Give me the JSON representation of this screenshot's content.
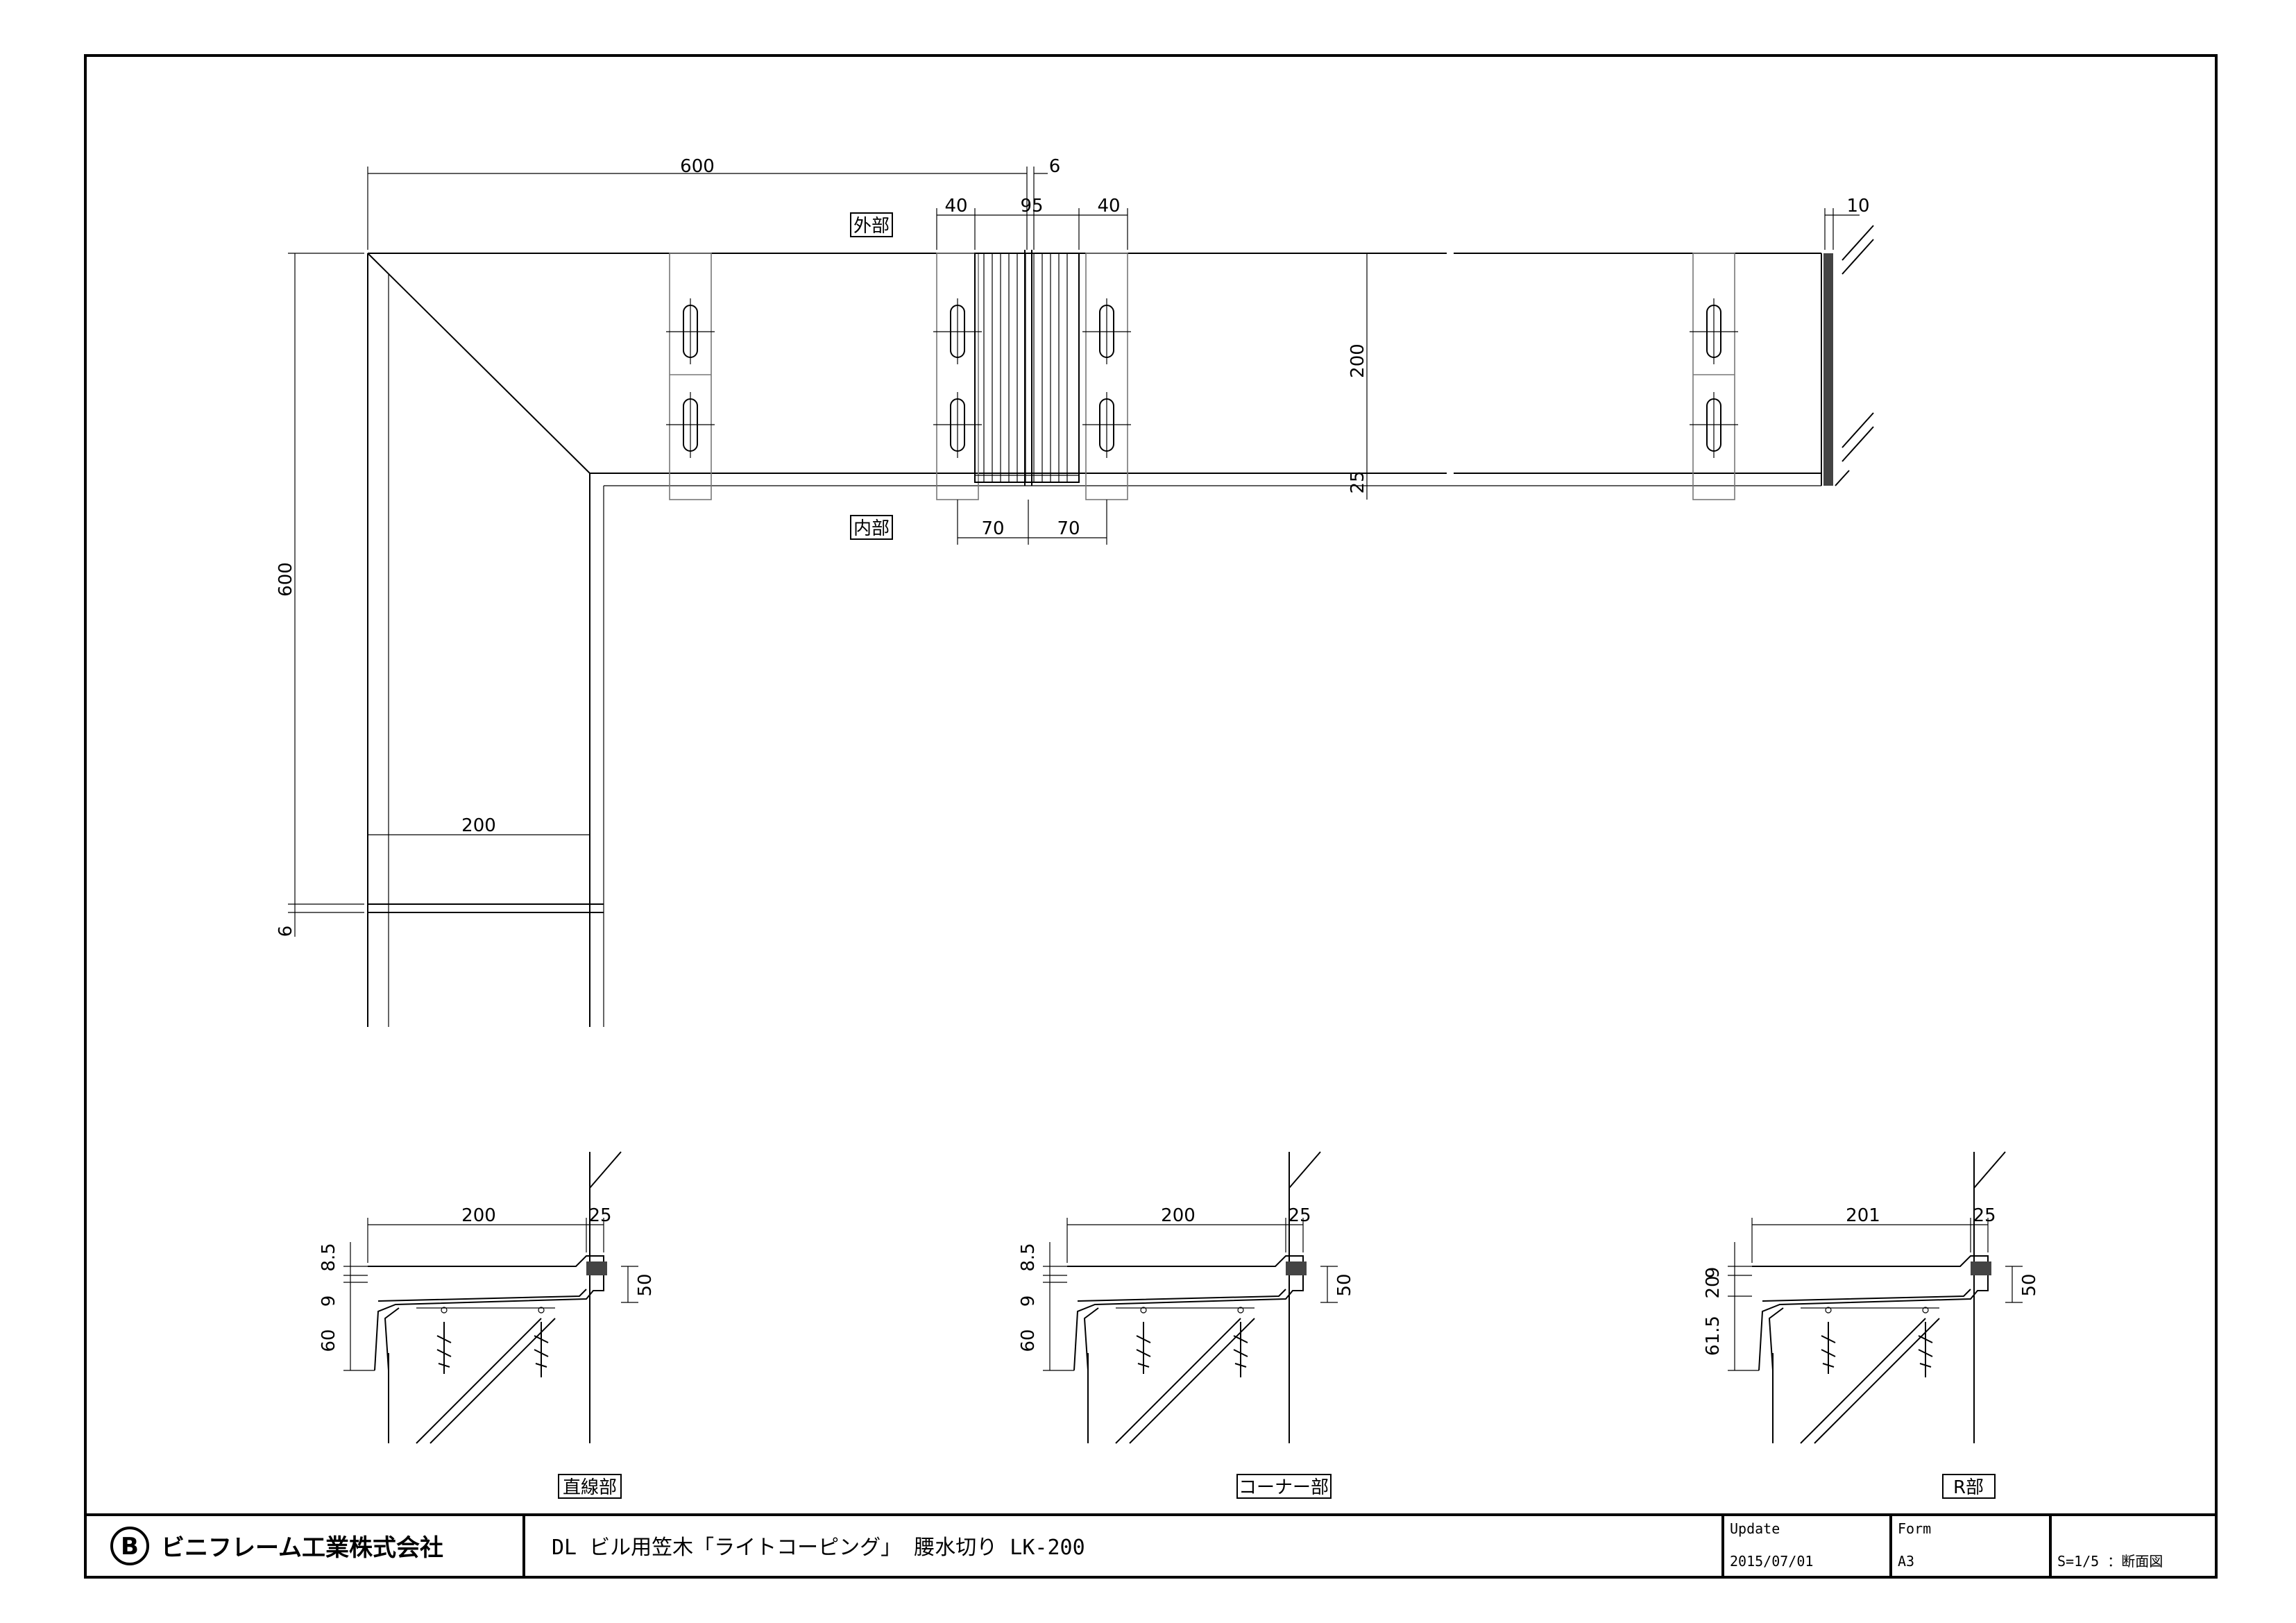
{
  "plan": {
    "dims": {
      "top_600": "600",
      "gap_6_top": "6",
      "left_40": "40",
      "joint_95": "95",
      "right_40": "40",
      "end_10": "10",
      "depth_200": "200",
      "lip_25": "25",
      "bottom_70_left": "70",
      "bottom_70_right": "70",
      "side_600": "600",
      "inner_200": "200",
      "gap_6_side": "6"
    },
    "label_outer": "外部",
    "label_inner": "内部"
  },
  "sections": [
    {
      "caption": "直線部",
      "dim_width": "200",
      "dim_lip": "25",
      "dim_height": "50",
      "dim_a": "8.5",
      "dim_b": "9",
      "dim_c": "60"
    },
    {
      "caption": "コーナー部",
      "dim_width": "200",
      "dim_lip": "25",
      "dim_height": "50",
      "dim_a": "8.5",
      "dim_b": "9",
      "dim_c": "60"
    },
    {
      "caption": "R部",
      "dim_width": "201",
      "dim_lip": "25",
      "dim_height": "50",
      "dim_a": "9",
      "dim_a2": "20",
      "dim_c": "61.5"
    }
  ],
  "title_block": {
    "company": "ビニフレーム工業株式会社",
    "logo_text": "B",
    "title": "DL ビル用笠木「ライトコーピング」 腰水切り LK-200",
    "update_label": "Update",
    "update_value": "2015/07/01",
    "form_label": "Form",
    "form_value": "A3",
    "scale": "S=1/5 ：断面図"
  }
}
